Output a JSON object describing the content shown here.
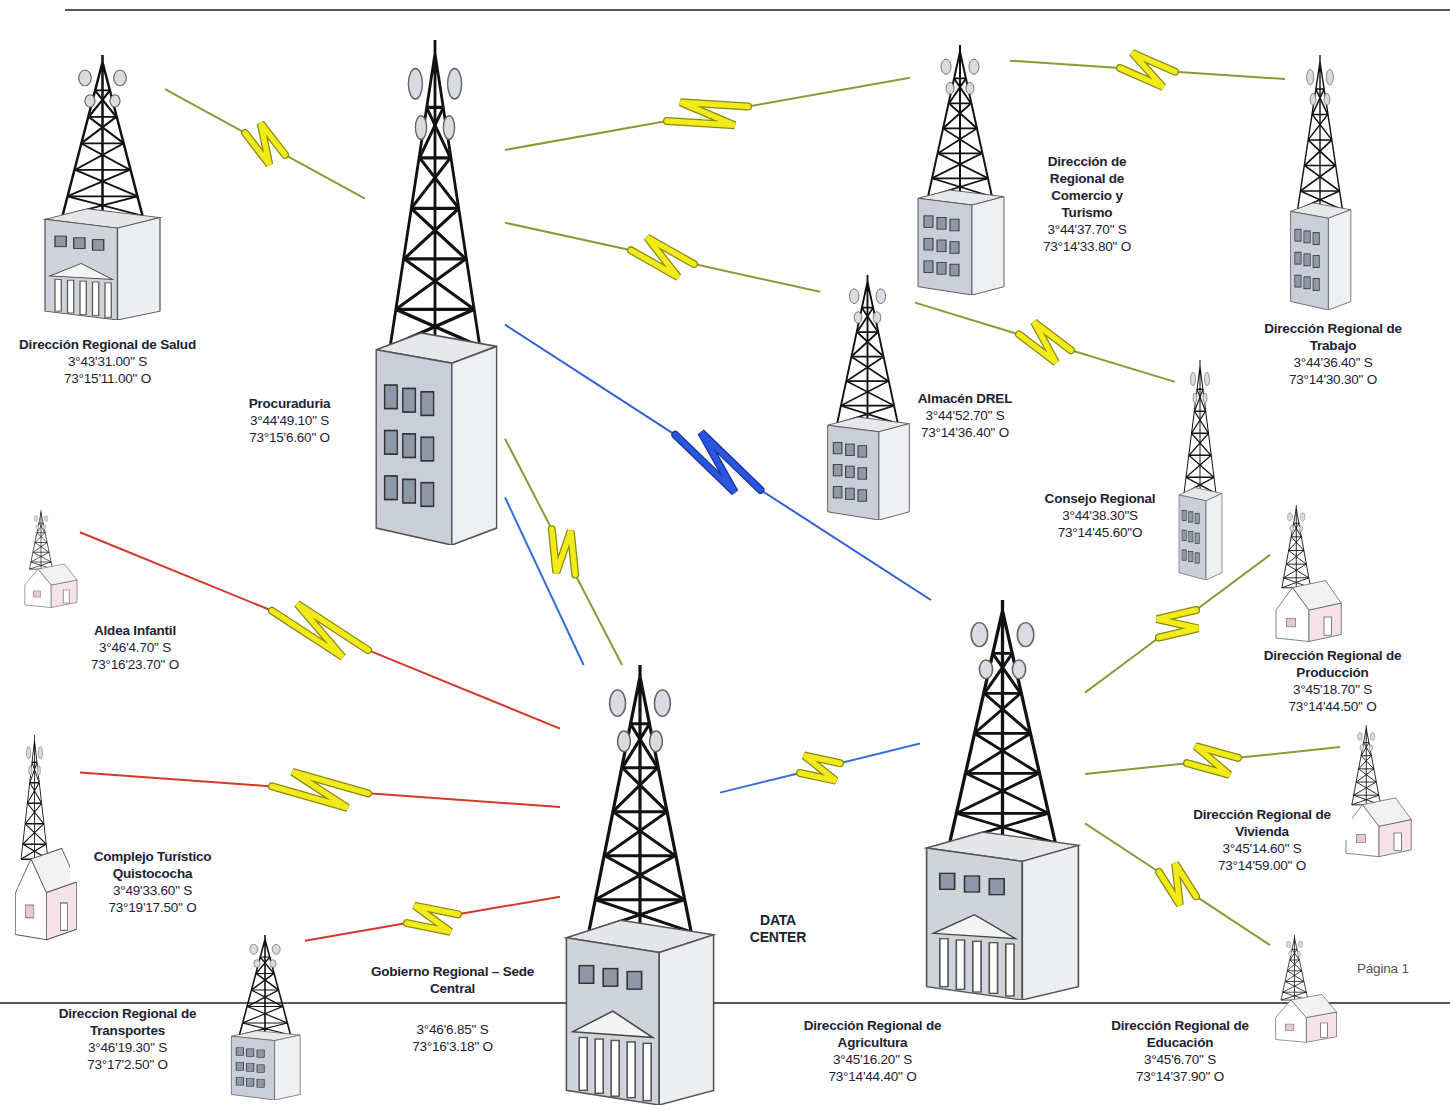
{
  "diagram": {
    "nodes": [
      {
        "text": [
          "Dirección Regional de Salud",
          "3°43'31.00\" S",
          "73°15'11.00\" O"
        ]
      },
      {
        "text": [
          "Procuraduria",
          "3°44'49.10\" S",
          "73°15'6.60\" O"
        ]
      },
      {
        "text": [
          "Dirección de Regional de Comercio y Turismo",
          "3°44'37.70\" S",
          "73°14'33.80\" O"
        ]
      },
      {
        "text": [
          "Dirección Regional de Trabajo",
          "3°44'36.40\" S",
          "73°14'30.30\" O"
        ]
      },
      {
        "text": [
          "Almacén DREL",
          "3°44'52.70\" S",
          "73°14'36.40\" O"
        ]
      },
      {
        "text": [
          "Consejo Regional",
          "3°44'38.30\"S",
          "73°14'45.60\"O"
        ]
      },
      {
        "text": [
          "Aldea Infantil",
          "3°46'4.70\" S",
          "73°16'23.70\" O"
        ]
      },
      {
        "text": [
          "Dirección Regional de Producción",
          "3°45'18.70\" S",
          "73°14'44.50\" O"
        ]
      },
      {
        "text": [
          "Dirección Regional de Vivienda",
          "3°45'14.60\" S",
          "73°14'59.00\" O"
        ]
      },
      {
        "text": [
          "Complejo Turístico Quistococha",
          "3°49'33.60\" S",
          "73°19'17.50\" O"
        ]
      },
      {
        "text": [
          "Gobierno Regional – Sede Central",
          "3°46'6.85\" S",
          "73°16'3.18\" O"
        ]
      },
      {
        "text": [
          "Direccion Regional de Transportes",
          "3°46'19.30\" S",
          "73°17'2.50\" O"
        ]
      },
      {
        "text": [
          "Dirección Regional de Agricultura",
          "3°45'16.20\" S",
          "73°14'44.40\" O"
        ]
      },
      {
        "text": [
          "Dirección Regional de Educación",
          "3°45'6.70\" S",
          "73°14'37.90\" O"
        ]
      }
    ],
    "edges": [
      {
        "from": 0,
        "to": 1,
        "arrow": "none"
      },
      {
        "from": 1,
        "to": 2,
        "arrow": "none"
      },
      {
        "from": 2,
        "to": 3,
        "arrow": "none"
      },
      {
        "from": 1,
        "to": 4,
        "arrow": "none"
      },
      {
        "from": 4,
        "to": 5,
        "arrow": "none"
      },
      {
        "from": 1,
        "to": 12,
        "arrow": "none"
      },
      {
        "from": 1,
        "to": 10,
        "arrow": "none"
      },
      {
        "from": 1,
        "to": 10,
        "arrow": "none"
      },
      {
        "from": 6,
        "to": 10,
        "arrow": "none"
      },
      {
        "from": 9,
        "to": 10,
        "arrow": "none"
      },
      {
        "from": 11,
        "to": 10,
        "arrow": "none"
      },
      {
        "from": 10,
        "to": 12,
        "arrow": "none"
      },
      {
        "from": 12,
        "to": 7,
        "arrow": "none"
      },
      {
        "from": 12,
        "to": 8,
        "arrow": "none"
      },
      {
        "from": 12,
        "to": 13,
        "arrow": "none"
      }
    ],
    "labels": [
      "DATA CENTER",
      "Página 1"
    ]
  }
}
